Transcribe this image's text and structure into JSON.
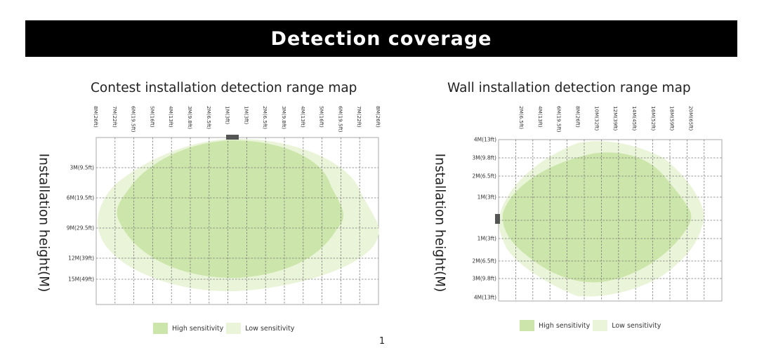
{
  "header": {
    "title": "Detection coverage"
  },
  "colors": {
    "high": "#cce5aa",
    "low": "#e9f4d8",
    "sensor": "#555555",
    "grid": "#777777",
    "frame": "#aaaaaa"
  },
  "left_map": {
    "title": "Contest installation detection range map",
    "ylabel": "Installation height(M)",
    "top_labels": [
      "8M(26ft)",
      "7M(22ft)",
      "6M(19.5ft)",
      "5M(16ft)",
      "4M(13ft)",
      "3M(9.8ft)",
      "2M(6.5ft)",
      "1M(3ft)",
      "1M(3ft)",
      "2M(6.5ft)",
      "3M(9.8ft)",
      "4M(13ft)",
      "5M(16ft)",
      "6M(19.5ft)",
      "7M(22ft)",
      "8M(26ft)"
    ],
    "side_labels": [
      "3M(9.5ft)",
      "6M(19.5ft)",
      "9M(29.5ft)",
      "12M(39ft)",
      "15M(49ft)"
    ]
  },
  "right_map": {
    "title": "Wall installation detection range map",
    "ylabel": "Installation height(M)",
    "top_labels": [
      "2M(6.5ft)",
      "4M(13ft)",
      "6M(19.5ft)",
      "8M(26ft)",
      "10M(32ft)",
      "12M(39ft)",
      "14M(45ft)",
      "16M(52ft)",
      "18M(59ft)",
      "20M(65ft)"
    ],
    "side_labels": [
      "4M(13ft)",
      "3M(9.8ft)",
      "2M(6.5ft)",
      "1M(3ft)",
      "1M(3ft)",
      "2M(6.5ft)",
      "3M(9.8ft)",
      "4M(13ft)"
    ]
  },
  "legend": {
    "high_label": "High sensitivity",
    "low_label": "Low sensitivity"
  },
  "page": {
    "number": "1"
  }
}
